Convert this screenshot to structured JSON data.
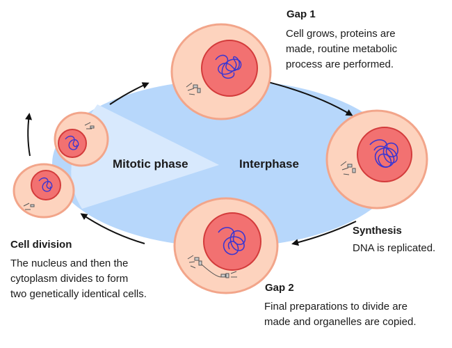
{
  "phases": {
    "mitotic": "Mitotic phase",
    "interphase": "Interphase"
  },
  "stages": {
    "gap1": {
      "title": "Gap 1",
      "lines": [
        "Cell grows, proteins are",
        "made, routine metabolic",
        "process are performed."
      ]
    },
    "synthesis": {
      "title": "Synthesis",
      "lines": [
        "DNA is replicated."
      ]
    },
    "gap2": {
      "title": "Gap 2",
      "lines": [
        "Final preparations to divide are",
        "made and organelles are copied."
      ]
    },
    "cell_division": {
      "title": "Cell division",
      "lines": [
        "The nucleus and then the",
        "cytoplasm divides to form",
        "two genetically identical cells."
      ]
    }
  },
  "colors": {
    "interphase_fill": "#b7d7fb",
    "mitotic_fill": "#d8e9fd",
    "cell_fill": "#fdd3be",
    "cell_stroke": "#f2a58a",
    "nucleus_fill": "#f27171",
    "nucleus_stroke": "#d33b3b",
    "chromatin": "#3b36d1",
    "arrow": "#111111"
  }
}
